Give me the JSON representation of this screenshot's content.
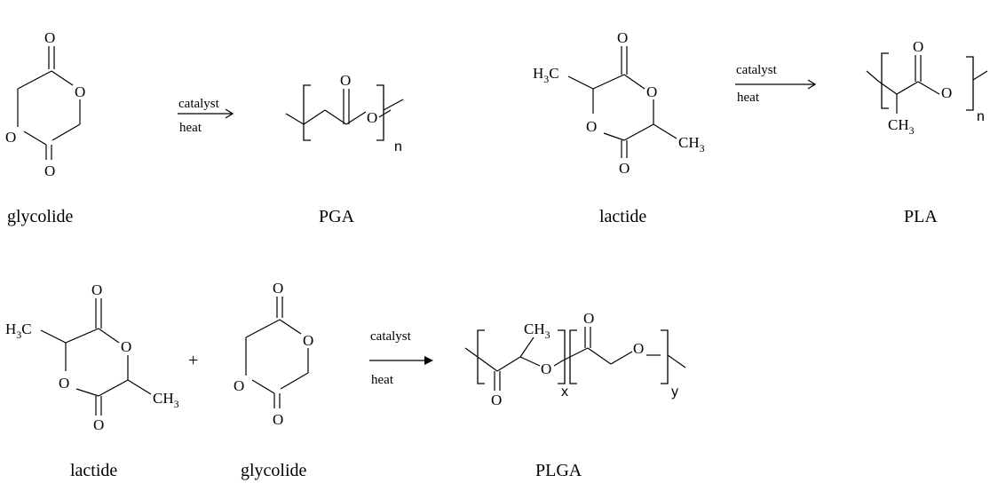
{
  "atoms": {
    "oxygen": "O",
    "methyl_left": "H3C",
    "methyl_right": "CH3",
    "methyl": "CH3"
  },
  "conditions": {
    "catalyst": "catalyst",
    "heat": "heat"
  },
  "plus": "+",
  "subscripts": {
    "n": "n",
    "x": "x",
    "y": "y"
  },
  "labels": {
    "glycolide": "glycolide",
    "pga": "PGA",
    "lactide": "lactide",
    "pla": "PLA",
    "lactide_2": "lactide",
    "glycolide_2": "glycolide",
    "plga": "PLGA"
  }
}
